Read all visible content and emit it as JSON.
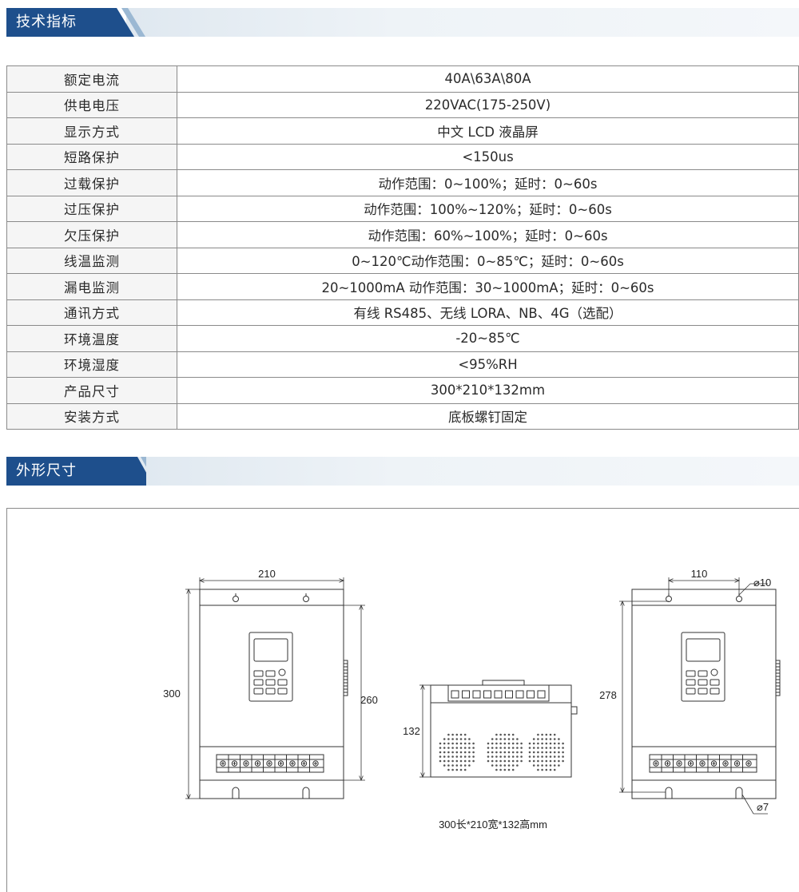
{
  "sections": {
    "specs_title": "技术指标",
    "dims_title": "外形尺寸"
  },
  "specs": [
    {
      "label": "额定电流",
      "value": "40A\\63A\\80A"
    },
    {
      "label": "供电电压",
      "value": "220VAC(175-250V)"
    },
    {
      "label": "显示方式",
      "value": "中文 LCD 液晶屏"
    },
    {
      "label": "短路保护",
      "value": "<150us"
    },
    {
      "label": "过载保护",
      "value": "动作范围：0~100%；延时：0~60s"
    },
    {
      "label": "过压保护",
      "value": "动作范围：100%~120%；延时：0~60s"
    },
    {
      "label": "欠压保护",
      "value": "动作范围：60%~100%；延时：0~60s"
    },
    {
      "label": "线温监测",
      "value": "0~120℃动作范围：0~85℃；延时：0~60s"
    },
    {
      "label": "漏电监测",
      "value": "20~1000mA 动作范围：30~1000mA；延时：0~60s"
    },
    {
      "label": "通讯方式",
      "value": "有线 RS485、无线 LORA、NB、4G（选配）"
    },
    {
      "label": "环境温度",
      "value": "-20~85℃"
    },
    {
      "label": "环境湿度",
      "value": "<95%RH"
    },
    {
      "label": "产品尺寸",
      "value": "300*210*132mm"
    },
    {
      "label": "安装方式",
      "value": "底板螺钉固定"
    }
  ],
  "drawing": {
    "front_width": "210",
    "front_height": "300",
    "front_inner_height": "260",
    "side_depth": "132",
    "back_hole_spacing": "110",
    "back_hole_diameter": "⌀10",
    "back_height": "278",
    "back_slot_diameter": "⌀7",
    "caption": "300长*210宽*132高mm"
  },
  "colors": {
    "header_blue": "#1e4f8c",
    "header_band": "#e6edf3",
    "table_border": "#8a8a8a",
    "label_bg": "#f5f5f5"
  }
}
